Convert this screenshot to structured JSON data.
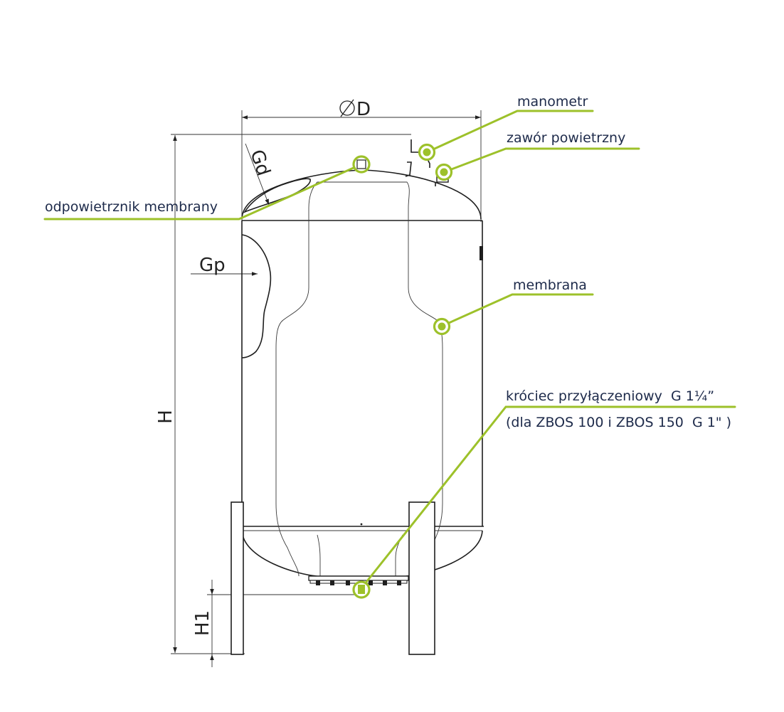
{
  "colors": {
    "accent": "#9dc12a",
    "label_text": "#1d2a4a",
    "outline": "#1e1e1e"
  },
  "dimensions": {
    "diameter": "D",
    "height": "H",
    "height_foot": "H1",
    "gd": "Gd",
    "gp": "Gp"
  },
  "labels": {
    "manometr": "manometr",
    "zawor": "zawór powietrzny",
    "odpowietrznik": "odpowietrznik membrany",
    "membrana": "membrana",
    "krociec_line1": "króciec przyłączeniowy  G 1¼”",
    "krociec_line2": "(dla ZBOS 100 i ZBOS 150  G 1\" )"
  }
}
